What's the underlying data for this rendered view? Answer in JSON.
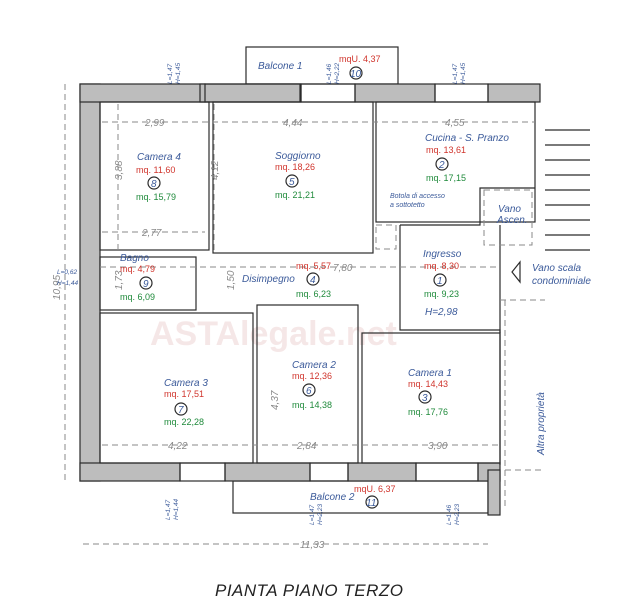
{
  "title": "PIANTA PIANO TERZO",
  "watermark": "ASTAlegale.net",
  "colors": {
    "room_name": "#3b5a9a",
    "net_area": "#d0342c",
    "gross_area": "#1f8a3b",
    "wall": "#bdbdbd"
  },
  "rooms": [
    {
      "id": "1",
      "name": "Ingresso",
      "net": "mq.  8,30",
      "gross": "mq.  9,23",
      "extra": "H=2,98"
    },
    {
      "id": "2",
      "name": "Cucina - S. Pranzo",
      "net": "mq.  13,61",
      "gross": "mq.  17,15"
    },
    {
      "id": "3",
      "name": "Camera 1",
      "net": "mq.  14,43",
      "gross": "mq.  17,76"
    },
    {
      "id": "4",
      "name": "Disimpegno",
      "net": "mq.  5,57",
      "gross": "mq.  6,23"
    },
    {
      "id": "5",
      "name": "Soggiorno",
      "net": "mq.  18,26",
      "gross": "mq.  21,21"
    },
    {
      "id": "6",
      "name": "Camera 2",
      "net": "mq.  12,36",
      "gross": "mq.  14,38"
    },
    {
      "id": "7",
      "name": "Camera 3",
      "net": "mq.  17,51",
      "gross": "mq.  22,28"
    },
    {
      "id": "8",
      "name": "Camera 4",
      "net": "mq.  11,60",
      "gross": "mq.  15,79"
    },
    {
      "id": "9",
      "name": "Bagno",
      "net": "mq.  4,79",
      "gross": "mq.  6,09"
    },
    {
      "id": "10",
      "name": "Balcone 1",
      "net": "mqU.  4,37"
    },
    {
      "id": "11",
      "name": "Balcone 2",
      "net": "mqU.  6,37"
    }
  ],
  "labels": {
    "botola_1": "Botola di accesso",
    "botola_2": "a sottotetto",
    "vano_1": "Vano",
    "vano_2": "Ascen.",
    "scala_1": "Vano scala",
    "scala_2": "condominiale",
    "altra": "Altra proprietà"
  },
  "dimensions": {
    "total_height": "10,95",
    "total_width": "11,33",
    "corridor": "7,80",
    "c4_w": "2,99",
    "sogg_w": "4,44",
    "cucina_w": "4,55",
    "c4_h": "3,88",
    "sogg_h": "4,12",
    "c4_w2": "2,77",
    "bagno_h": "1,73",
    "dis_h": "1,50",
    "c2_h": "4,37",
    "c3_w": "4,22",
    "c2_w": "2,84",
    "c1_w": "3,90"
  },
  "windows": [
    {
      "l": "L=1,47",
      "h": "H=1,45"
    },
    {
      "l": "L=1,46",
      "h": "H=2,22"
    },
    {
      "l": "L=1,47",
      "h": "H=1,45"
    },
    {
      "l": "L=0,62",
      "h": "H=1,44"
    },
    {
      "l": "L=1,47",
      "h": "H=1,44"
    },
    {
      "l": "L=1,47",
      "h": "H=2,23"
    },
    {
      "l": "L=1,46",
      "h": "H=2,23"
    }
  ]
}
